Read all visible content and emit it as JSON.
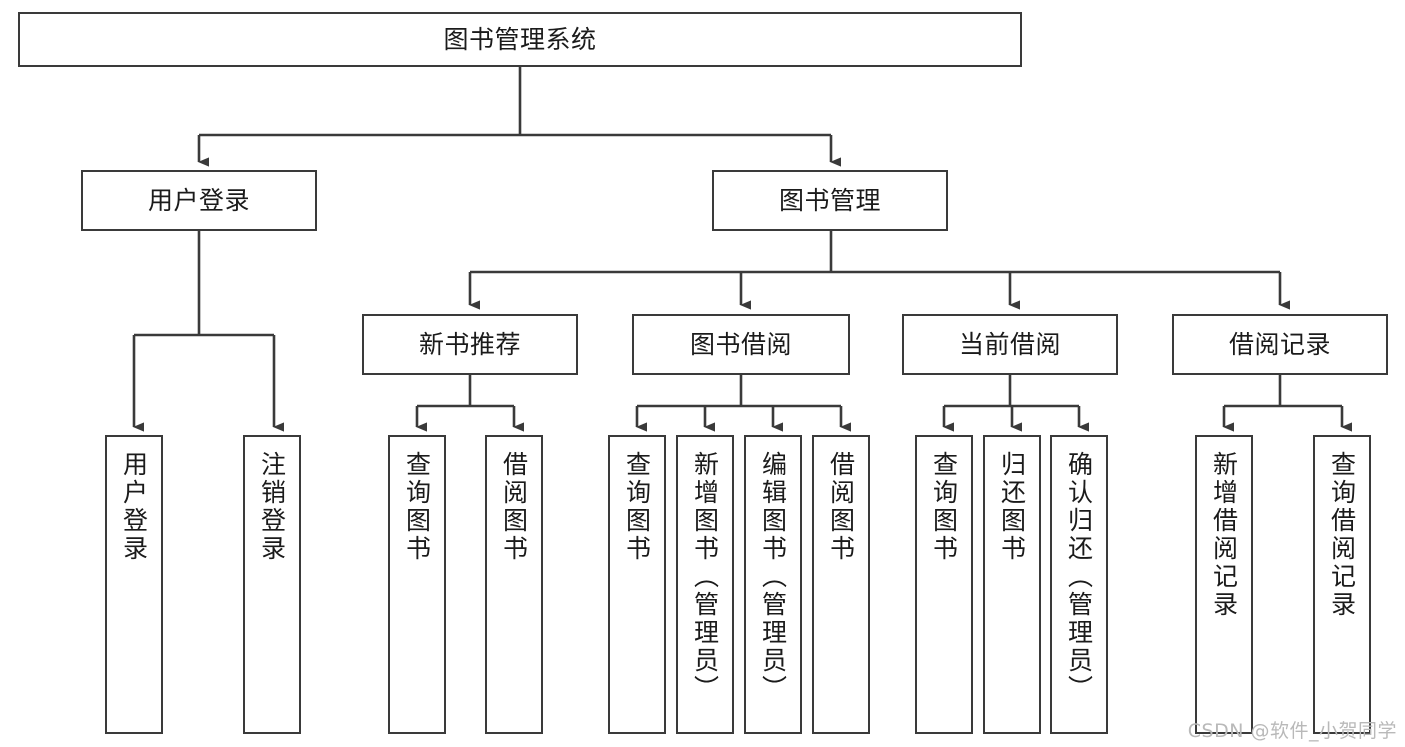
{
  "diagram": {
    "title": "图书管理系统",
    "type": "tree",
    "watermark": "CSDN @软件_小贺同学",
    "colors": {
      "stroke": "#3a3a3a",
      "fill": "#ffffff",
      "text": "#1b1b1b",
      "watermark": "#b9b9b9"
    },
    "nodes": {
      "root": {
        "label": "图书管理系统"
      },
      "level2": [
        {
          "label": "用户登录"
        },
        {
          "label": "图书管理"
        }
      ],
      "level3": [
        {
          "label": "新书推荐"
        },
        {
          "label": "图书借阅"
        },
        {
          "label": "当前借阅"
        },
        {
          "label": "借阅记录"
        }
      ],
      "leaves": [
        {
          "label": "用户登录"
        },
        {
          "label": "注销登录"
        },
        {
          "label": "查询图书"
        },
        {
          "label": "借阅图书"
        },
        {
          "label": "查询图书"
        },
        {
          "label": "新增图书（管理员）"
        },
        {
          "label": "编辑图书（管理员）"
        },
        {
          "label": "借阅图书"
        },
        {
          "label": "查询图书"
        },
        {
          "label": "归还图书"
        },
        {
          "label": "确认归还（管理员）"
        },
        {
          "label": "新增借阅记录"
        },
        {
          "label": "查询借阅记录"
        }
      ]
    }
  }
}
